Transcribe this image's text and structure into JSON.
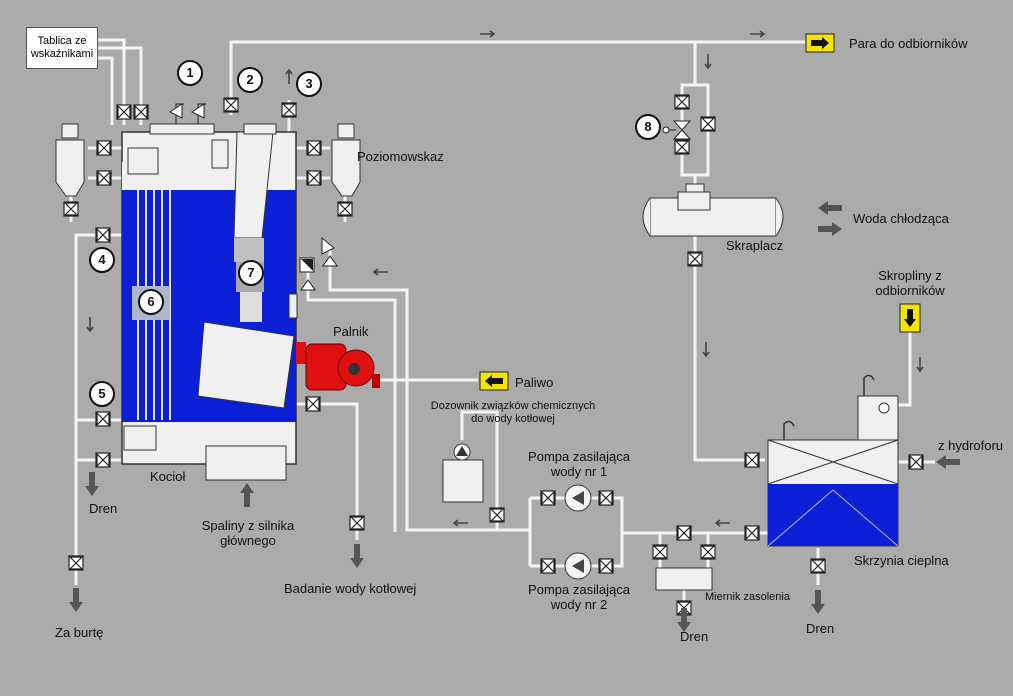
{
  "labels": {
    "board": "Tablica ze wskaźnikami",
    "steam_out": "Para do odbiorników",
    "level_gauge": "Poziomowskaz",
    "cooling_water": "Woda chłodząca",
    "condenser": "Skraplacz",
    "condensate": "Skropliny z odbiorników",
    "burner": "Palnik",
    "fuel": "Paliwo",
    "dosing": "Dozownik związków chemicznych do wody kotłowej",
    "pump1": "Pompa zasilająca wody nr 1",
    "pump2": "Pompa zasilająca wody nr 2",
    "hydrophore": "z hydroforu",
    "hot_well": "Skrzynia cieplna",
    "boiler": "Kocioł",
    "drain_left": "Dren",
    "drain_mid": "Dren",
    "drain_right": "Dren",
    "exhaust": "Spaliny z silnika głównego",
    "water_test": "Badanie wody kotłowej",
    "overboard": "Za burtę",
    "salinity": "Miernik zasolenia"
  },
  "markers": [
    "1",
    "2",
    "3",
    "4",
    "5",
    "6",
    "7",
    "8"
  ],
  "colors": {
    "background": "#ababab",
    "water": "#0a1fd6",
    "pipe": "#f2f2f2",
    "burner": "#e01010",
    "arrow_box": "#f5e400",
    "arrow": "#444444"
  }
}
